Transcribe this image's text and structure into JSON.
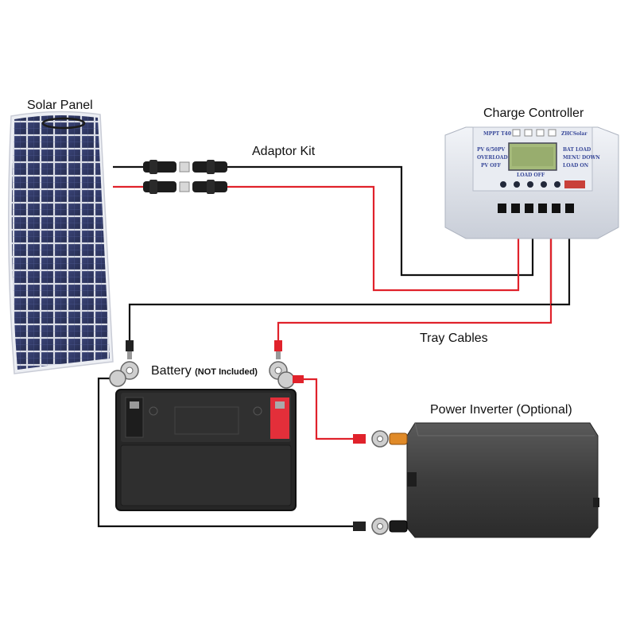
{
  "labels": {
    "solar_panel": "Solar Panel",
    "adaptor_kit": "Adaptor Kit",
    "charge_controller": "Charge Controller",
    "tray_cables": "Tray Cables",
    "battery": "Battery",
    "battery_note": "(NOT Included)",
    "power_inverter": "Power Inverter (Optional)"
  },
  "controller_text": {
    "model": "MPPT T40",
    "brand": "ZHCSolar",
    "pv_voltage": "PV 6/50PV",
    "overload": "OVERLOAD",
    "pv_off": "PV OFF",
    "bat_low": "BAT LOAD",
    "menu": "MENU DOWN",
    "load_on": "LOAD ON",
    "load_off": "LOAD OFF"
  },
  "colors": {
    "wire_red": "#e0222b",
    "wire_black": "#111111",
    "panel_cell": "#1b2456",
    "controller_body": "#dfe3ea",
    "battery_body": "#2b2b2b",
    "terminal_red": "#e32f3a",
    "inverter_body": "#4a4a4a",
    "inverter_positive": "#e08a28"
  }
}
